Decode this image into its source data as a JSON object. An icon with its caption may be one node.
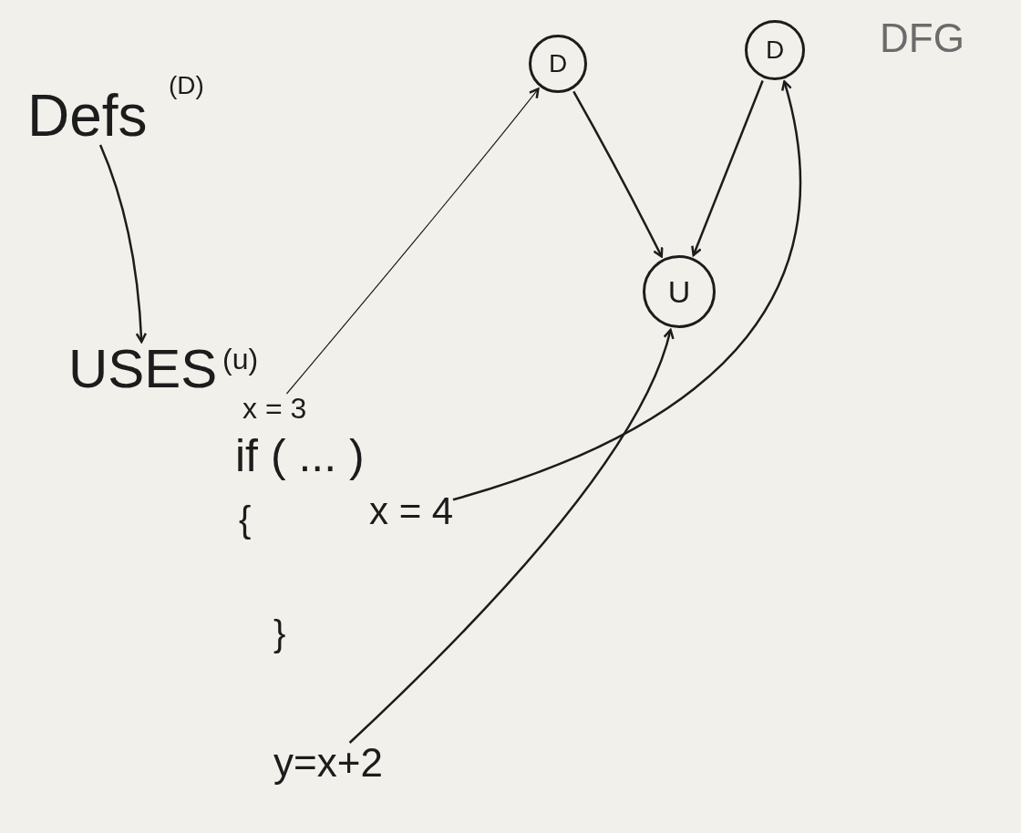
{
  "diagram": {
    "nodes": [
      {
        "text": [
          "Defs"
        ],
        "beside": [
          "(D)"
        ]
      },
      {
        "text": [
          "USES"
        ],
        "beside": [
          "(u)"
        ]
      },
      {
        "text": [
          "x = 3"
        ]
      },
      {
        "text": [
          "D"
        ]
      },
      {
        "text": [
          "D"
        ]
      },
      {
        "text": [
          "U"
        ]
      },
      {
        "text": [
          "x = 4"
        ]
      },
      {
        "text": [
          "y=x+2"
        ]
      }
    ],
    "edges": [
      {
        "from": 0,
        "to": 1,
        "arrow": "to"
      },
      {
        "from": 2,
        "to": 3,
        "arrow": "to"
      },
      {
        "from": 3,
        "to": 5,
        "arrow": "to"
      },
      {
        "from": 4,
        "to": 5,
        "arrow": "to"
      },
      {
        "from": 6,
        "to": 4,
        "arrow": "to"
      },
      {
        "from": 7,
        "to": 5,
        "arrow": "to"
      }
    ],
    "labels": [
      "if ( ... )",
      "{",
      "}",
      "DFG"
    ]
  }
}
